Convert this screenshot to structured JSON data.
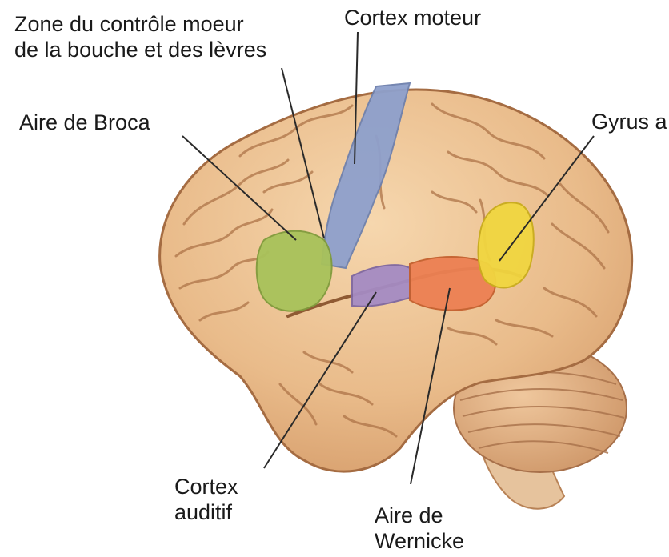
{
  "labels": {
    "mouth_zone": {
      "line1": "Zone du contrôle moeur",
      "line2": "de la bouche et des lèvres"
    },
    "motor_cortex": "Cortex moteur",
    "angular_gyrus": "Gyrus a",
    "broca": "Aire de Broca",
    "auditory_cortex": {
      "line1": "Cortex",
      "line2": "auditif"
    },
    "wernicke": {
      "line1": "Aire de",
      "line2": "Wernicke"
    }
  },
  "colors": {
    "brain_tissue": "#e8b987",
    "sulci": "#a86f43",
    "motor_cortex": "#8ea0cc",
    "broca_area": "#a8c25a",
    "auditory_cortex": "#a58bc3",
    "wernicke_area": "#ec8053",
    "angular_gyrus": "#f1d640",
    "leader_line": "#2a2a2a"
  }
}
